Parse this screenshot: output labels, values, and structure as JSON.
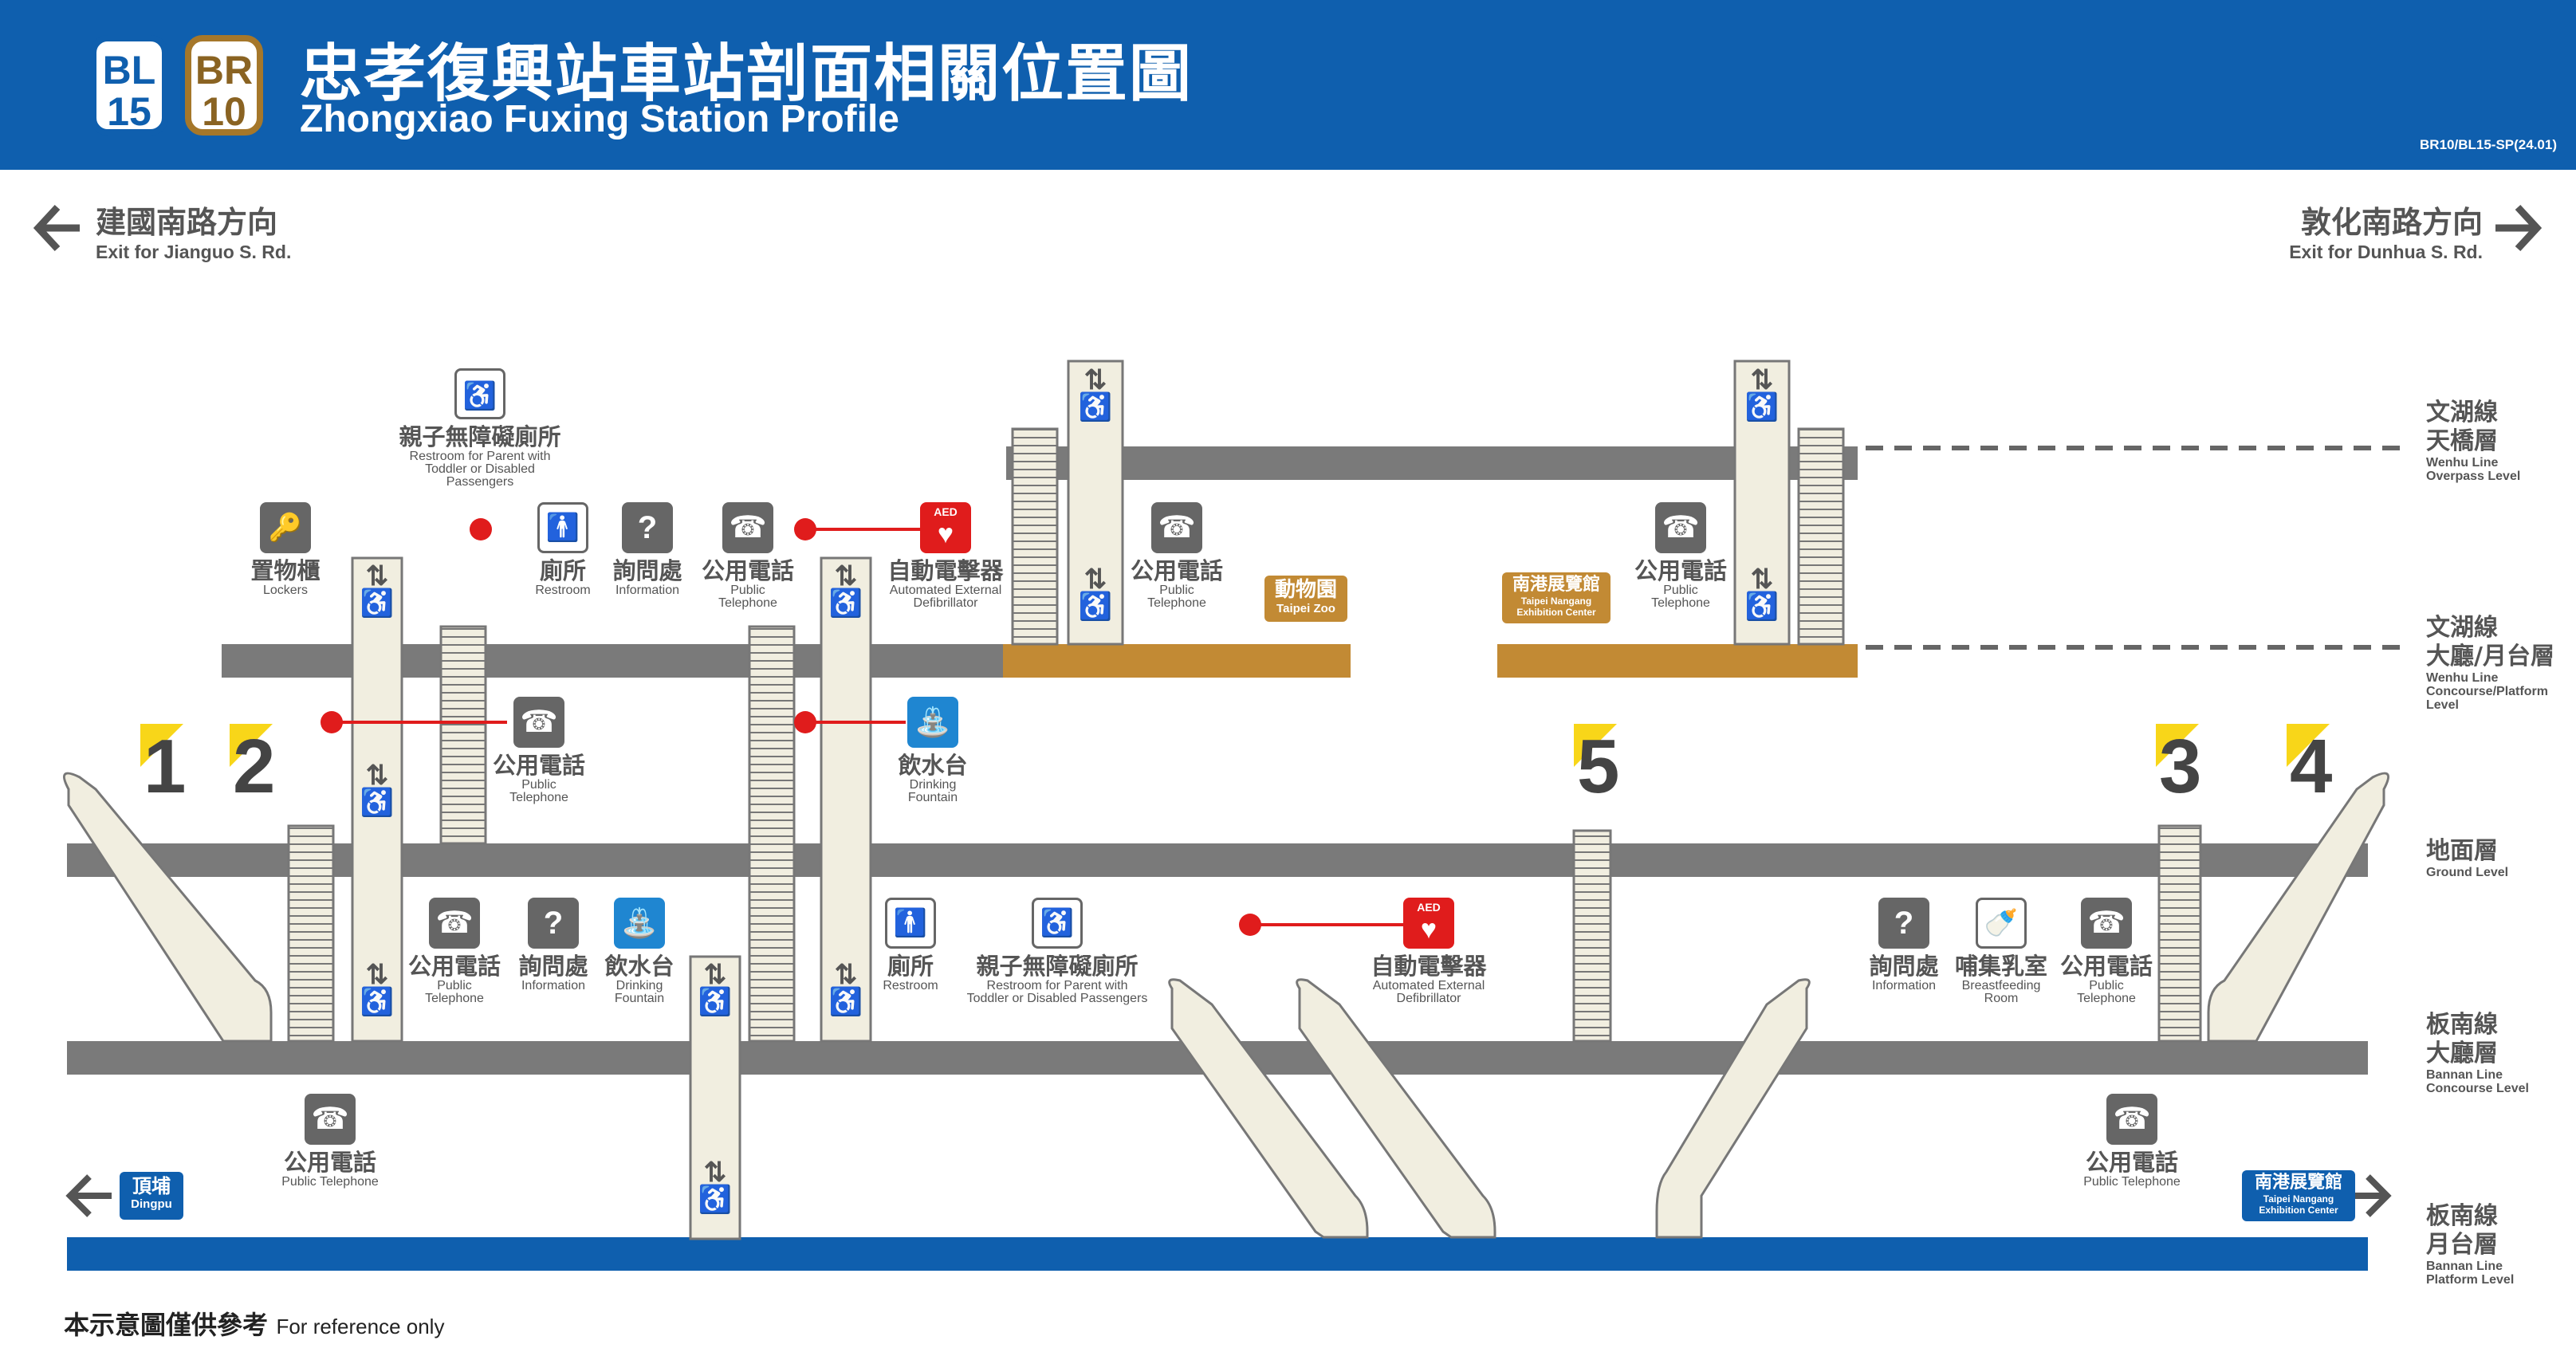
{
  "header": {
    "badges": [
      {
        "line": "BL",
        "number": "15",
        "border_color": "#0f5fae"
      },
      {
        "line": "BR",
        "number": "10",
        "border_color": "#a5772a"
      }
    ],
    "title_zh": "忠孝復興站車站剖面相關位置圖",
    "title_en": "Zhongxiao Fuxing Station Profile",
    "doc_code": "BR10/BL15-SP(24.01)"
  },
  "directions": {
    "left": {
      "zh": "建國南路方向",
      "en": "Exit for Jianguo S. Rd."
    },
    "right": {
      "zh": "敦化南路方向",
      "en": "Exit for Dunhua S. Rd."
    }
  },
  "levels": [
    {
      "zh1": "文湖線",
      "zh2": "天橋層",
      "en1": "Wenhu Line",
      "en2": "Overpass Level",
      "en3": ""
    },
    {
      "zh1": "文湖線",
      "zh2": "大廳/月台層",
      "en1": "Wenhu Line",
      "en2": "Concourse/Platform",
      "en3": "Level"
    },
    {
      "zh1": "地面層",
      "zh2": "",
      "en1": "Ground Level",
      "en2": "",
      "en3": ""
    },
    {
      "zh1": "板南線",
      "zh2": "大廳層",
      "en1": "Bannan Line",
      "en2": "Concourse Level",
      "en3": ""
    },
    {
      "zh1": "板南線",
      "zh2": "月台層",
      "en1": "Bannan Line",
      "en2": "Platform Level",
      "en3": ""
    }
  ],
  "exits": [
    "1",
    "2",
    "5",
    "3",
    "4"
  ],
  "facilities": {
    "lockers": {
      "zh": "置物櫃",
      "en": "Lockers",
      "en2": ""
    },
    "family_restroom_top": {
      "zh": "親子無障礙廁所",
      "en": "Restroom for Parent with",
      "en2": "Toddler or Disabled",
      "en3": "Passengers"
    },
    "restroom_top": {
      "zh": "廁所",
      "en": "Restroom",
      "en2": ""
    },
    "info_top": {
      "zh": "詢問處",
      "en": "Information",
      "en2": ""
    },
    "phone_top": {
      "zh": "公用電話",
      "en": "Public",
      "en2": "Telephone"
    },
    "aed_top": {
      "zh": "自動電擊器",
      "en": "Automated External",
      "en2": "Defibrillator"
    },
    "phone_wenhu1": {
      "zh": "公用電話",
      "en": "Public",
      "en2": "Telephone"
    },
    "phone_wenhu2": {
      "zh": "公用電話",
      "en": "Public",
      "en2": "Telephone"
    },
    "phone_mid": {
      "zh": "公用電話",
      "en": "Public",
      "en2": "Telephone"
    },
    "fountain_mid": {
      "zh": "飲水台",
      "en": "Drinking",
      "en2": "Fountain"
    },
    "phone_conc_left": {
      "zh": "公用電話",
      "en": "Public",
      "en2": "Telephone"
    },
    "info_conc_left": {
      "zh": "詢問處",
      "en": "Information",
      "en2": ""
    },
    "fountain_conc": {
      "zh": "飲水台",
      "en": "Drinking",
      "en2": "Fountain"
    },
    "restroom_conc": {
      "zh": "廁所",
      "en": "Restroom",
      "en2": ""
    },
    "family_restroom_conc": {
      "zh": "親子無障礙廁所",
      "en": "Restroom for Parent with",
      "en2": "Toddler or Disabled Passengers"
    },
    "aed_conc": {
      "zh": "自動電擊器",
      "en": "Automated External",
      "en2": "Defibrillator"
    },
    "info_conc_right": {
      "zh": "詢問處",
      "en": "Information",
      "en2": ""
    },
    "breastfeeding": {
      "zh": "哺集乳室",
      "en": "Breastfeeding",
      "en2": "Room"
    },
    "phone_conc_right": {
      "zh": "公用電話",
      "en": "Public",
      "en2": "Telephone"
    },
    "phone_platform_left": {
      "zh": "公用電話",
      "en": "Public Telephone",
      "en2": ""
    },
    "phone_platform_right": {
      "zh": "公用電話",
      "en": "Public Telephone",
      "en2": ""
    }
  },
  "tags": {
    "zoo": {
      "zh": "動物園",
      "en": "Taipei Zoo",
      "en2": ""
    },
    "nangang_wenhu": {
      "zh": "南港展覽館",
      "en": "Taipei Nangang",
      "en2": "Exhibition Center"
    },
    "dingpu": {
      "zh": "頂埔",
      "en": "Dingpu",
      "en2": ""
    },
    "nangang_bannan": {
      "zh": "南港展覽館",
      "en": "Taipei Nangang",
      "en2": "Exhibition Center"
    }
  },
  "icon_labels": {
    "aed": "AED"
  },
  "colors": {
    "header": "#0f5fae",
    "brown_line": "#c28a34",
    "blue_line": "#0f5fae",
    "floor": "#7a7a7a",
    "structure_fill": "#f1eee0",
    "marker_red": "#e01c1c",
    "exit_yellow": "#f8d619"
  },
  "footer": {
    "zh": "本示意圖僅供參考",
    "en": "For reference only"
  }
}
